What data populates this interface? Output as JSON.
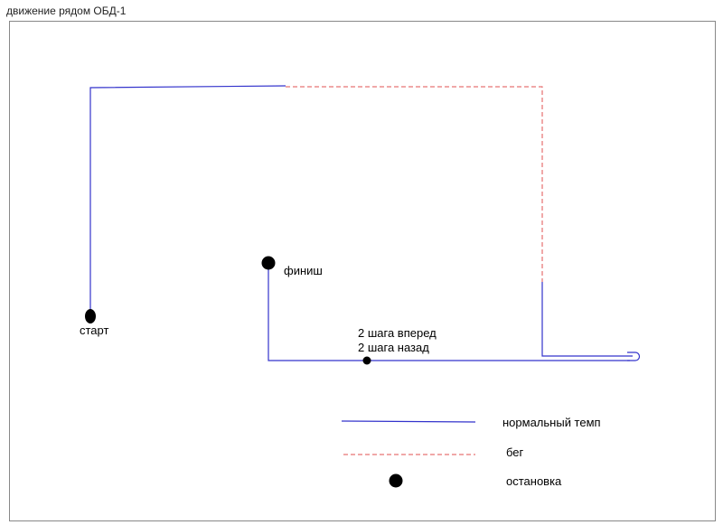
{
  "title": "движение рядом ОБД-1",
  "labels": {
    "start": "старт",
    "finish": "финиш",
    "steps_forward": "2 шага вперед",
    "steps_back": "2 шага назад"
  },
  "legend": {
    "normal_pace": "нормальный темп",
    "run": "бег",
    "stop": "остановка"
  },
  "colors": {
    "normal_pace": "#3333cc",
    "run": "#e05050",
    "stop": "#000000",
    "frame": "#888888"
  }
}
